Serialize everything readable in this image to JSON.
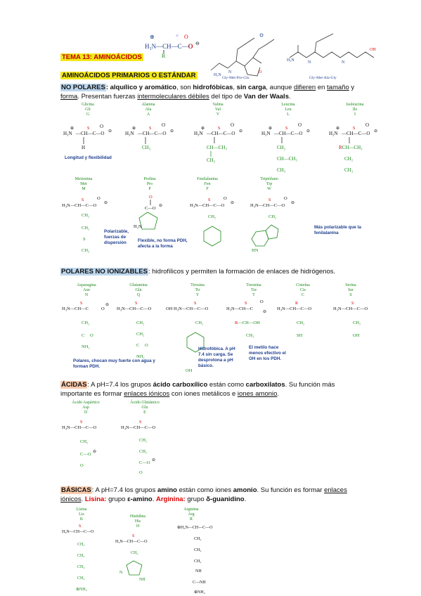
{
  "header": {
    "title": "TEMA 13: AMINOÁCIDOS",
    "subtitle": "AMINOÁCIDOS PRIMARIOS O ESTÁNDAR",
    "dipeptide_left": "Gly-Met-Pro-Glu",
    "dipeptide_right": "Gly-Met-Ala-Gly"
  },
  "sections": {
    "no_polares": {
      "lead": "NO POLARES",
      "text_parts": [
        ": alquílico y aromático",
        ", son ",
        "hidrofóbicas",
        ", ",
        "sin carga",
        ", aunque ",
        "difieren",
        " en ",
        "tamaño",
        " y ",
        "forma",
        ". Presentan fuerzas ",
        "intermoleculares débiles",
        " del tipo de ",
        "Van der Waals",
        "."
      ]
    },
    "polares": {
      "lead": "POLARES NO IONIZABLES",
      "text": ": hidrofílicos y permiten la formación de enlaces de hidrógenos."
    },
    "acidas": {
      "lead": "ÁCIDAS",
      "text_parts": [
        ": A pH=7.4 los grupos ",
        "ácido carboxílico",
        " están como ",
        "carboxilatos",
        ". Su función más importante es formar ",
        "enlaces iónicos",
        " con iones metálicos e ",
        "iones amonio",
        "."
      ]
    },
    "basicas": {
      "lead": "BÁSICAS",
      "text_parts": [
        ": A pH=7.4 los grupos ",
        "amino",
        " están como iones ",
        "amonio",
        ". Su función es formar ",
        "enlaces iónicos",
        ". ",
        "Lisina:",
        " grupo ",
        "ε-amino",
        ". ",
        "Arginina:",
        " grupo ",
        "δ-guanidino",
        "."
      ]
    }
  },
  "amino_acids": {
    "glicina": [
      "Glicina",
      "Gli",
      "G"
    ],
    "alanina": [
      "Alanina",
      "Ala",
      "A"
    ],
    "valina": [
      "Valina",
      "Val",
      "V"
    ],
    "leucina": [
      "Leucina",
      "Leu",
      "L"
    ],
    "isoleucina": [
      "Isoleucina",
      "Ile",
      "I"
    ],
    "metionina": [
      "Metionina",
      "Met",
      "M"
    ],
    "prolina": [
      "Prolina",
      "Pro",
      "P"
    ],
    "fenilalanina": [
      "Fenilalanina",
      "Fen",
      "F"
    ],
    "triptofano": [
      "Triptófano",
      "Trp",
      "W"
    ],
    "asparagina": [
      "Asparagina",
      "Asn",
      "N"
    ],
    "glutamina": [
      "Glutamina",
      "Gln",
      "Q"
    ],
    "tirosina": [
      "Tirosina",
      "Tir",
      "Y"
    ],
    "treonina": [
      "Treonina",
      "Tre",
      "T"
    ],
    "cisteina": [
      "Cisteína",
      "Cis",
      "C"
    ],
    "serina": [
      "Serina",
      "Ser",
      "S"
    ],
    "aspartico": [
      "Ácido Aspártico",
      "Asp",
      "D"
    ],
    "glutamico": [
      "Ácido Glutámico",
      "Glu",
      "E"
    ],
    "lisina": [
      "Lisina",
      "Lis",
      "K"
    ],
    "histidina": [
      "Histidina",
      "His",
      "H"
    ],
    "arginina": [
      "Arginina",
      "Arg",
      "R"
    ]
  },
  "notes": {
    "glicina": "Longitud y flexibilidad",
    "metionina": "Polarizable, fuerzas de dispersión",
    "prolina": "Flexible, no forma PDH, afecta a la forma",
    "triptofano": "Más polarizable que la fenilalanina",
    "polares_asn_gln": "Polares, chocan muy fuerte con agua y forman PDH.",
    "tirosina": "Hidrofóbica. A pH 7.4 sin carga. Se desprotona a pH básico.",
    "treonina": "El metilo hace menos efectivo el OH en los PDH."
  },
  "colors": {
    "highlight_yellow": "#f3e81c",
    "title_red": "#c00000",
    "section_blue": "#bdd7ee",
    "section_peach": "#f8cbad",
    "green": "#1a8a1a",
    "note_blue": "#1f3f8f"
  }
}
